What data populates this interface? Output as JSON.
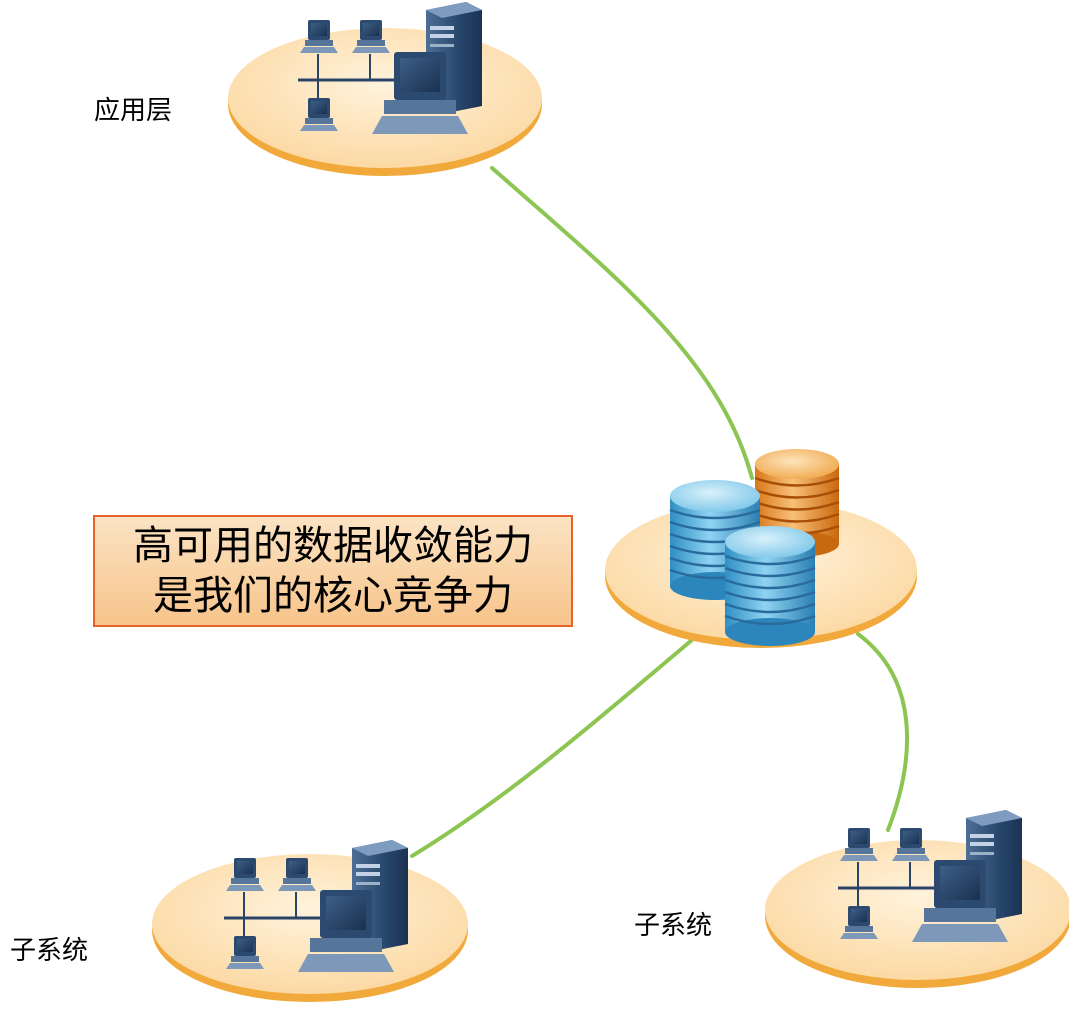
{
  "nodes": {
    "application_layer": {
      "label": "应用层"
    },
    "subsystem_left": {
      "label": "子系统"
    },
    "subsystem_right": {
      "label": "子系统"
    }
  },
  "callout": {
    "line1": "高可用的数据收敛能力",
    "line2": "是我们的核心竞争力"
  },
  "colors": {
    "connector": "#8dc552",
    "platform_fill": "#fde3b8",
    "platform_rim": "#f2a93b",
    "db_blue": "#5ab4dc",
    "db_orange": "#f0a03a",
    "callout_border": "#e8622c"
  }
}
